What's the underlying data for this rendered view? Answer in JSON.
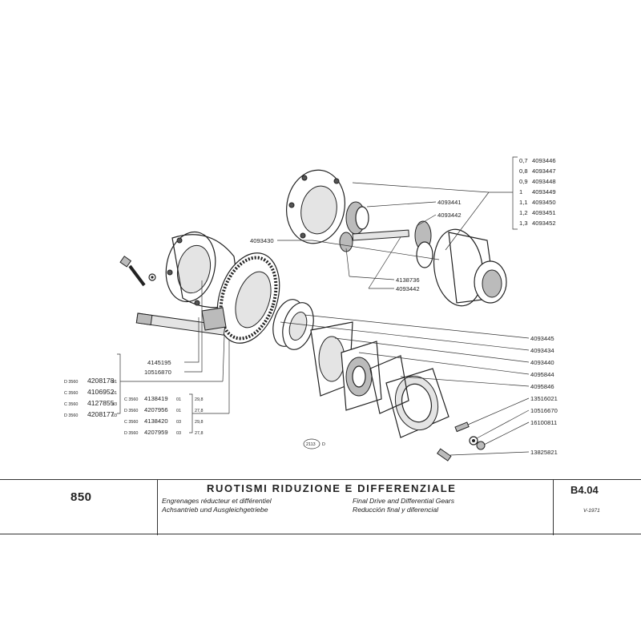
{
  "figure": {
    "ref_number": "2113",
    "ref_suffix": "D",
    "right_group_labels": [
      {
        "thk": "0,7",
        "part": "4093446"
      },
      {
        "thk": "0,8",
        "part": "4093447"
      },
      {
        "thk": "0,9",
        "part": "4093448"
      },
      {
        "thk": "1",
        "part": "4093449"
      },
      {
        "thk": "1,1",
        "part": "4093450"
      },
      {
        "thk": "1,2",
        "part": "4093451"
      },
      {
        "thk": "1,3",
        "part": "4093452"
      }
    ],
    "inner_labels": {
      "a": "4093441",
      "b": "4093442",
      "c": "4093430",
      "d": "4138736",
      "e": "4093442"
    },
    "right_column_labels": [
      "4093445",
      "4093434",
      "4093440",
      "4095844",
      "4095846",
      "13516021",
      "10516670",
      "16100811",
      "13825821"
    ],
    "left_labels": {
      "l1": "4145195",
      "l2": "10516870"
    },
    "left_table": [
      {
        "prefix": "D 3560",
        "part": "4208178",
        "code": "01"
      },
      {
        "prefix": "C 3560",
        "part": "4106952",
        "code": "01"
      },
      {
        "prefix": "C 3560",
        "part": "4127855",
        "code": "03"
      },
      {
        "prefix": "D 3560",
        "part": "4208177",
        "code": "03"
      }
    ],
    "mid_table": [
      {
        "prefix": "C 3560",
        "part": "4138419",
        "code": "01",
        "val": "29,8"
      },
      {
        "prefix": "D 3560",
        "part": "4207956",
        "code": "01",
        "val": "27,8"
      },
      {
        "prefix": "C 3560",
        "part": "4138420",
        "code": "03",
        "val": "29,8"
      },
      {
        "prefix": "D 3560",
        "part": "4207959",
        "code": "03",
        "val": "27,8"
      }
    ]
  },
  "footer": {
    "model": "850",
    "title": "RUOTISMI RIDUZIONE E DIFFERENZIALE",
    "fr": "Engrenages réducteur et différentiel",
    "de": "Achsantrieb und Ausgleichgetriebe",
    "en": "Final Drive and Differential Gears",
    "es": "Reducción final y diferencial",
    "code": "B4.04",
    "date": "V-1971"
  },
  "colors": {
    "ink": "#222222",
    "paper": "#ffffff"
  }
}
